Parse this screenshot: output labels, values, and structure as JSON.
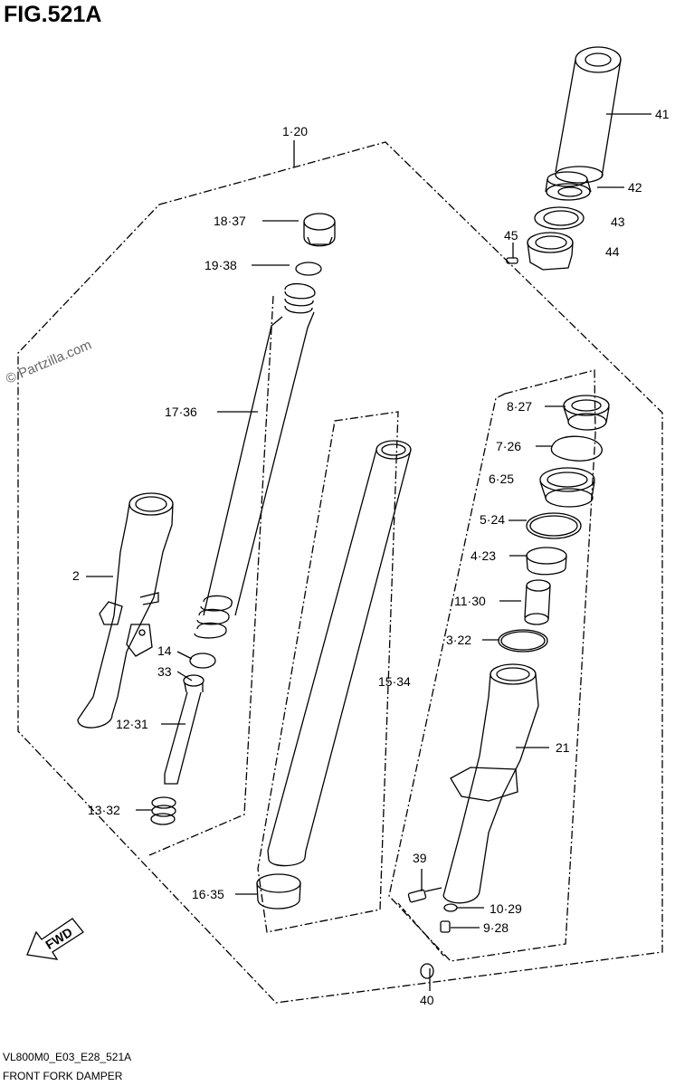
{
  "figure": {
    "title": "FIG.521A",
    "watermark": "© Partzilla.com",
    "footer_code": "VL800M0_E03_E28_521A",
    "footer_name": "FRONT FORK DAMPER",
    "fwd_label": "FWD"
  },
  "callouts": [
    {
      "id": "c1",
      "text": "1·20"
    },
    {
      "id": "c2",
      "text": "2"
    },
    {
      "id": "c3",
      "text": "3·22"
    },
    {
      "id": "c4",
      "text": "4·23"
    },
    {
      "id": "c5",
      "text": "5·24"
    },
    {
      "id": "c6",
      "text": "6·25"
    },
    {
      "id": "c7",
      "text": "7·26"
    },
    {
      "id": "c8",
      "text": "8·27"
    },
    {
      "id": "c9",
      "text": "9·28"
    },
    {
      "id": "c10",
      "text": "10·29"
    },
    {
      "id": "c11",
      "text": "11·30"
    },
    {
      "id": "c12",
      "text": "12·31"
    },
    {
      "id": "c13",
      "text": "13·32"
    },
    {
      "id": "c14",
      "text": "14"
    },
    {
      "id": "c15",
      "text": "15·34"
    },
    {
      "id": "c16",
      "text": "16·35"
    },
    {
      "id": "c17",
      "text": "17·36"
    },
    {
      "id": "c18",
      "text": "18·37"
    },
    {
      "id": "c19",
      "text": "19·38"
    },
    {
      "id": "c21",
      "text": "21"
    },
    {
      "id": "c33",
      "text": "33"
    },
    {
      "id": "c39",
      "text": "39"
    },
    {
      "id": "c40",
      "text": "40"
    },
    {
      "id": "c41",
      "text": "41"
    },
    {
      "id": "c42",
      "text": "42"
    },
    {
      "id": "c43",
      "text": "43"
    },
    {
      "id": "c44",
      "text": "44"
    },
    {
      "id": "c45",
      "text": "45"
    }
  ]
}
